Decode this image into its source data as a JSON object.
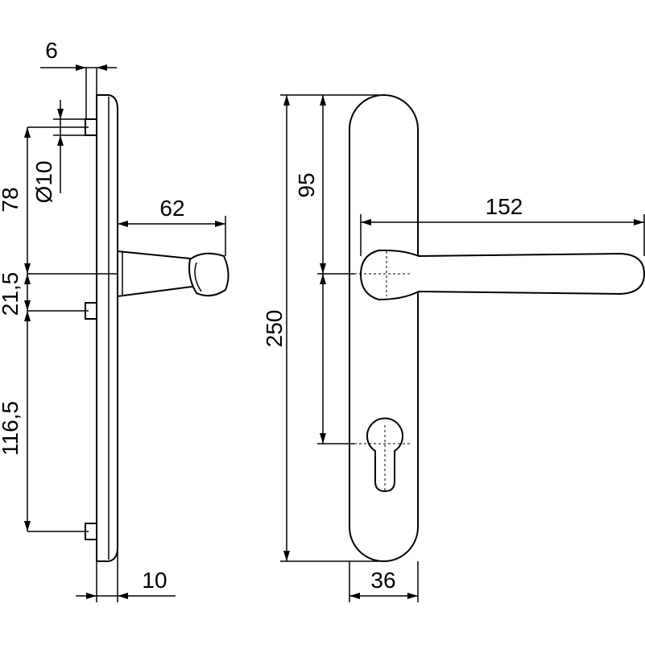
{
  "drawing": {
    "side_view": {
      "dim_rose_thickness": "6",
      "dim_hole_diameter": "Ø10",
      "dim_top_to_spindle": "78",
      "dim_spindle_to_hole": "21,5",
      "dim_hole_to_hole": "116,5",
      "dim_plate_depth": "10",
      "dim_handle_projection": "62"
    },
    "front_view": {
      "dim_plate_height": "250",
      "dim_top_to_spindle": "95",
      "dim_handle_length": "152",
      "dim_plate_width": "36"
    }
  }
}
